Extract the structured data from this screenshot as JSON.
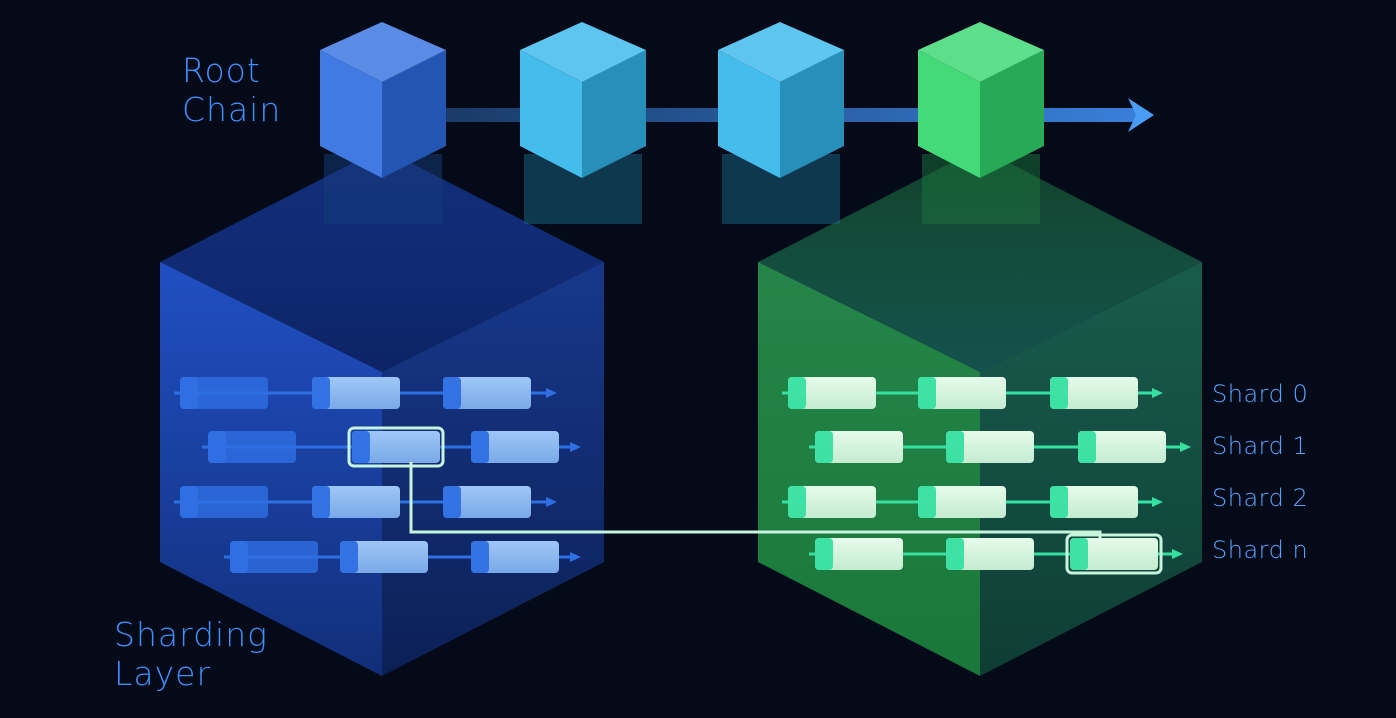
{
  "labels": {
    "root_chain": [
      "Root",
      "Chain"
    ],
    "sharding_layer": [
      "Sharding",
      "Layer"
    ],
    "shards": [
      "Shard 0",
      "Shard 1",
      "Shard 2",
      "Shard n"
    ]
  },
  "root_chain": {
    "blocks": [
      {
        "color": "#2b6bdf"
      },
      {
        "color": "#2fb4ea"
      },
      {
        "color": "#2fb4ea"
      },
      {
        "color": "#2fd56a"
      }
    ]
  },
  "shard_groups": [
    {
      "name": "left-shard-group",
      "accent": "#2f6fe4"
    },
    {
      "name": "right-shard-group",
      "accent": "#35e0a0"
    }
  ],
  "cross_shard_link": {
    "color": "#c6f4dc"
  }
}
